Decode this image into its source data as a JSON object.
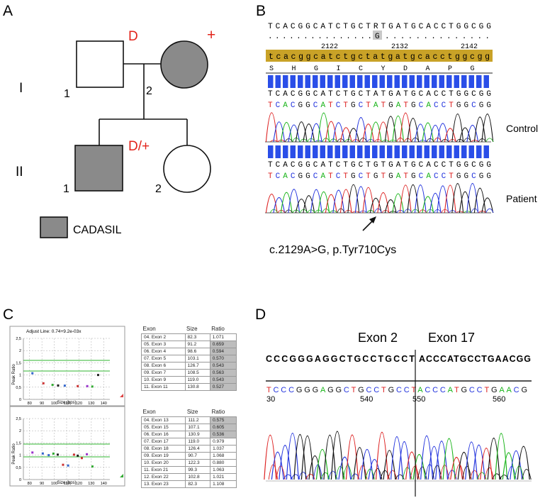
{
  "panels": {
    "A": {
      "label": "A",
      "gen1": "I",
      "gen2": "II",
      "individuals": [
        {
          "id": "1",
          "status": "D"
        },
        {
          "id": "2",
          "status": "+"
        },
        {
          "id": "1",
          "status": "D/+"
        },
        {
          "id": "2",
          "status": ""
        }
      ],
      "legend": "CADASIL"
    },
    "B": {
      "label": "B",
      "ref_seq": "TCACGGCATCTGCTRTGATGCACCTGGCGG",
      "dots_left": "...............",
      "variant_base": "G",
      "dots_right": "..............",
      "positions": [
        "2122",
        "2132",
        "2142"
      ],
      "consensus": "tcacggcatctgctatgatgcacctggcgg",
      "amino_acids": [
        "S",
        "H",
        "G",
        "I",
        "C",
        "Y",
        "D",
        "A",
        "P",
        "G"
      ],
      "control_seq": "TCACGGCATCTGCTATGATGCACCTGGCGG",
      "patient_seq": "TCACGGCATCTGCTGTGATGCACCTGGCGG",
      "control_label": "Control",
      "patient_label": "Patient",
      "mutation": "c.2129A>G, p.Tyr710Cys"
    },
    "C": {
      "label": "C",
      "plot1": {
        "title": "Adjust Line: 0.74+9.2e-03x",
        "ylabel": "Peak Ratio",
        "xlabel": "Size (bps)",
        "yticks": [
          "0",
          "0,5",
          "1",
          "1,5",
          "2",
          "2,5"
        ],
        "xticks": [
          "80",
          "90",
          "100",
          "110",
          "120",
          "130",
          "140"
        ]
      },
      "plot2": {
        "ylabel": "Peak Ratio",
        "xlabel": "Size (bps)",
        "yticks": [
          "0",
          "0,5",
          "1",
          "1,5",
          "2",
          "2,5"
        ],
        "xticks": [
          "80",
          "90",
          "100",
          "110",
          "120",
          "130",
          "140"
        ]
      },
      "table_headers": [
        "Exon",
        "Size",
        "Ratio"
      ],
      "table1": [
        [
          "04. Exon 2",
          "82.3",
          "1.071",
          false
        ],
        [
          "05. Exon 3",
          "91.2",
          "0.659",
          true
        ],
        [
          "06. Exon 4",
          "98.6",
          "0.594",
          true
        ],
        [
          "07. Exon 5",
          "103.1",
          "0.570",
          true
        ],
        [
          "08. Exon 6",
          "126.7",
          "0.543",
          true
        ],
        [
          "09. Exon 7",
          "108.5",
          "0.563",
          true
        ],
        [
          "10. Exon 9",
          "119.0",
          "0.543",
          true
        ],
        [
          "11. Exon 11",
          "130.8",
          "0.527",
          true
        ]
      ],
      "table2": [
        [
          "04. Exon 13",
          "111.2",
          "0.575",
          true
        ],
        [
          "05. Exon 15",
          "107.1",
          "0.605",
          true
        ],
        [
          "06. Exon 16",
          "130.9",
          "0.536",
          true
        ],
        [
          "07. Exon 17",
          "119.0",
          "0.979",
          false
        ],
        [
          "08. Exon 18",
          "126.4",
          "1.037",
          false
        ],
        [
          "09. Exon 19",
          "90.7",
          "1.068",
          false
        ],
        [
          "10. Exon 20",
          "122.3",
          "0.880",
          false
        ],
        [
          "11. Exon 21",
          "99.3",
          "1.063",
          false
        ],
        [
          "12. Exon 22",
          "102.8",
          "1.021",
          false
        ],
        [
          "13. Exon 23",
          "82.3",
          "1.108",
          false
        ]
      ]
    },
    "D": {
      "label": "D",
      "exon_left": "Exon 2",
      "exon_right": "Exon 17",
      "seq_left": "CCCGGGAGGCTGCCTGCCT",
      "seq_right": "ACCCATGCCTGAACGG",
      "trace_left": "TCCCGGGAGGCTGCCTGCCT",
      "trace_right": "ACCCATGCCTGAACG",
      "ticks": [
        "30",
        "540",
        "550",
        "560"
      ]
    }
  },
  "colors": {
    "affected": "#8a8a8a",
    "status_text": "#e2231a",
    "consensus_bg": "#c9a227",
    "bar_blue": "#2a4ee8",
    "base_A": "#19b419",
    "base_C": "#2233dd",
    "base_G": "#111111",
    "base_T": "#dd2222"
  },
  "chart_data": [
    {
      "type": "scatter",
      "title": "Adjust Line: 0.74+9.2e-03x",
      "xlabel": "Size (bps)",
      "ylabel": "Peak Ratio",
      "xlim": [
        75,
        145
      ],
      "ylim": [
        0,
        2.5
      ],
      "grid": true,
      "points": [
        [
          82.3,
          1.071
        ],
        [
          91.2,
          0.659
        ],
        [
          98.6,
          0.594
        ],
        [
          103.1,
          0.57
        ],
        [
          126.7,
          0.543
        ],
        [
          108.5,
          0.563
        ],
        [
          119.0,
          0.543
        ],
        [
          130.8,
          0.527
        ],
        [
          135.5,
          1.0
        ]
      ]
    },
    {
      "type": "scatter",
      "title": "",
      "xlabel": "Size (bps)",
      "ylabel": "Peak Ratio",
      "xlim": [
        75,
        145
      ],
      "ylim": [
        0,
        2.5
      ],
      "grid": true,
      "points": [
        [
          111.2,
          0.575
        ],
        [
          107.1,
          0.605
        ],
        [
          130.9,
          0.536
        ],
        [
          119.0,
          0.979
        ],
        [
          126.4,
          1.037
        ],
        [
          90.7,
          1.068
        ],
        [
          122.3,
          0.88
        ],
        [
          99.3,
          1.063
        ],
        [
          102.8,
          1.021
        ],
        [
          82.3,
          1.108
        ],
        [
          95.5,
          1.0
        ],
        [
          116.0,
          1.02
        ]
      ]
    }
  ]
}
